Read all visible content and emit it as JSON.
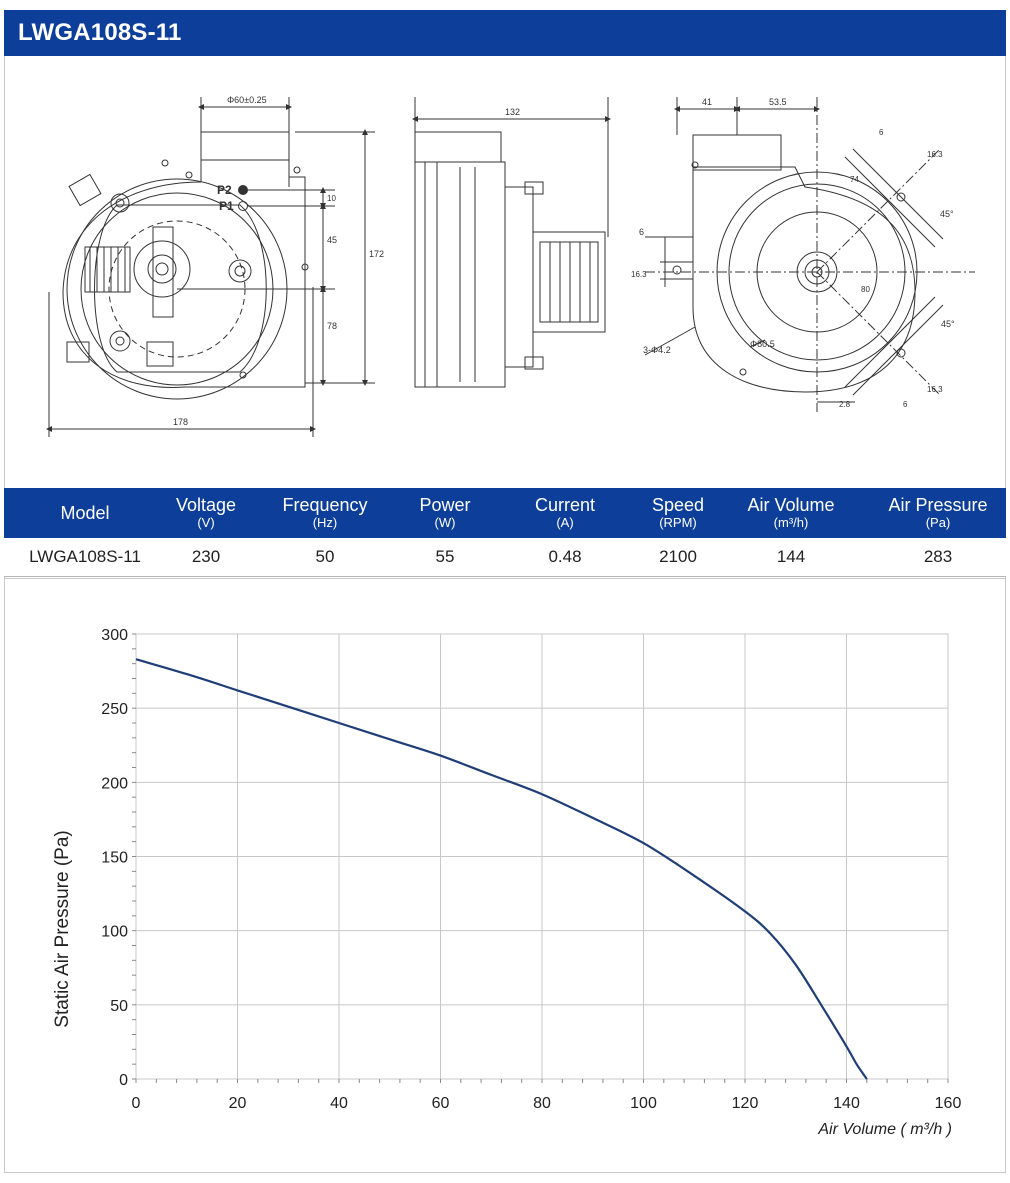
{
  "header": {
    "title": "LWGA108S-11"
  },
  "drawing_labels": {
    "front": {
      "d60": "Φ60±0.25",
      "p2": "P2",
      "p1": "P1",
      "d10": "10",
      "d45": "45",
      "d78": "78",
      "d172": "172",
      "d178": "178"
    },
    "side": {
      "d132": "132"
    },
    "back": {
      "d41": "41",
      "d535": "53.5",
      "d6a": "6",
      "d163a": "16.3",
      "d74": "74",
      "d45a": "45°",
      "d6b": "6",
      "d163b": "16.3",
      "d3h": "3-Φ4.2",
      "d805": "Φ80.5",
      "d80": "80",
      "d45b": "45°",
      "d28": "2.8",
      "d163c": "16.3",
      "d6c": "6"
    }
  },
  "specs": {
    "columns": [
      {
        "name": "Model",
        "unit": ""
      },
      {
        "name": "Voltage",
        "unit": "(V)"
      },
      {
        "name": "Frequency",
        "unit": "(Hz)"
      },
      {
        "name": "Power",
        "unit": "(W)"
      },
      {
        "name": "Current",
        "unit": "(A)"
      },
      {
        "name": "Speed",
        "unit": "(RPM)"
      },
      {
        "name": "Air Volume",
        "unit": "(m³/h)"
      },
      {
        "name": "Air Pressure",
        "unit": "(Pa)"
      }
    ],
    "row": [
      "LWGA108S-11",
      "230",
      "50",
      "55",
      "0.48",
      "2100",
      "144",
      "283"
    ]
  },
  "chart_data": {
    "type": "line",
    "title": "",
    "xlabel": "Air Volume ( m³/h )",
    "ylabel": "Static Air Pressure  (Pa)",
    "xlim": [
      0,
      160
    ],
    "ylim": [
      0,
      300
    ],
    "x_ticks": [
      "0",
      "20",
      "40",
      "60",
      "80",
      "100",
      "120",
      "140",
      "160"
    ],
    "y_ticks": [
      "0",
      "50",
      "100",
      "150",
      "200",
      "250",
      "300"
    ],
    "grid": true,
    "legend": "none",
    "series": [
      {
        "color": "#1f3e78",
        "x": [
          0,
          10,
          20,
          30,
          40,
          50,
          60,
          70,
          80,
          90,
          100,
          110,
          120,
          125,
          130,
          135,
          140,
          142,
          144
        ],
        "y": [
          283,
          273,
          262,
          251,
          240,
          229,
          218,
          205,
          192,
          176,
          159,
          137,
          113,
          98,
          77,
          50,
          22,
          10,
          0
        ]
      }
    ],
    "colors": {
      "grid": "#c8c8c8",
      "axis": "#888888",
      "header": "#0d3f9a"
    }
  }
}
